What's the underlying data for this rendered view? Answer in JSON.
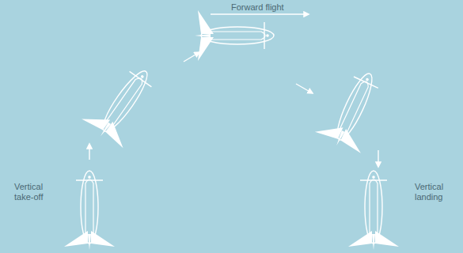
{
  "diagram": {
    "labels": [
      "Vertical take-off",
      "Forward flight",
      "Vertical landing"
    ]
  }
}
